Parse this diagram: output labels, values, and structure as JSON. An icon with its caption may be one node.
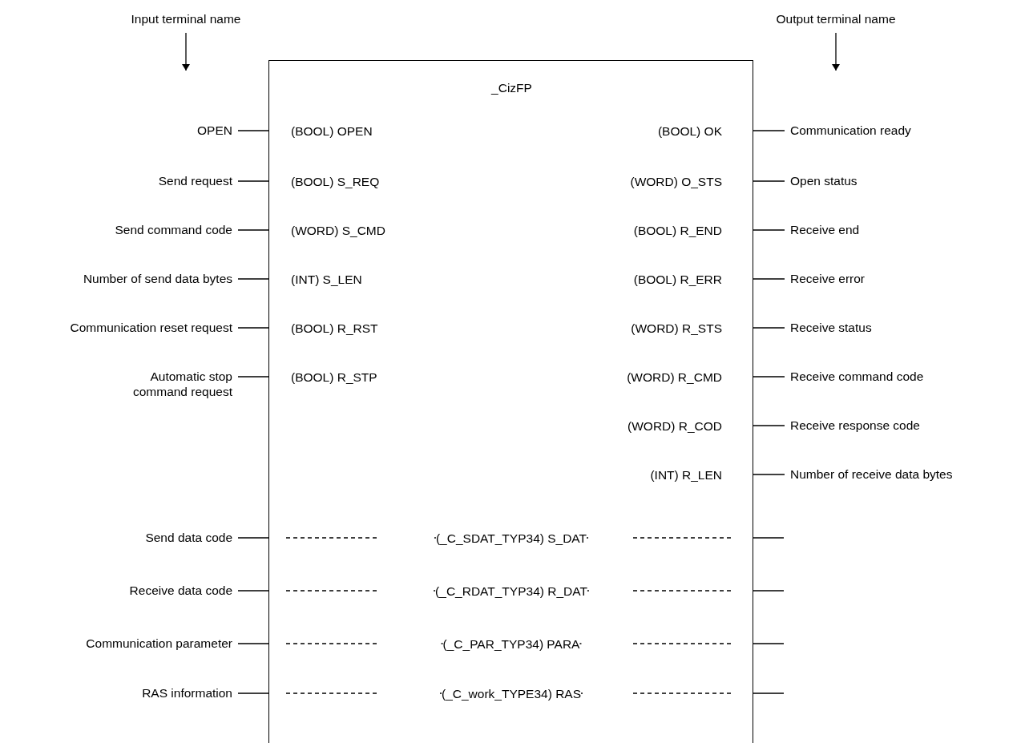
{
  "diagram": {
    "nodes": [
      {
        "text": [
          "Input terminal name"
        ]
      },
      {
        "text": [
          "Output terminal name"
        ]
      },
      {
        "text": [
          "_CizFP"
        ]
      },
      {
        "text": [
          "OPEN"
        ]
      },
      {
        "text": [
          "(BOOL) OPEN"
        ],
        "in": 2
      },
      {
        "text": [
          "(BOOL) OK"
        ],
        "in": 2
      },
      {
        "text": [
          "Communication ready"
        ]
      },
      {
        "text": [
          "Send request"
        ]
      },
      {
        "text": [
          "(BOOL) S_REQ"
        ],
        "in": 2
      },
      {
        "text": [
          "(WORD) O_STS"
        ],
        "in": 2
      },
      {
        "text": [
          "Open status"
        ]
      },
      {
        "text": [
          "Send command code"
        ]
      },
      {
        "text": [
          "(WORD) S_CMD"
        ],
        "in": 2
      },
      {
        "text": [
          "(BOOL) R_END"
        ],
        "in": 2
      },
      {
        "text": [
          "Receive end"
        ]
      },
      {
        "text": [
          "Number of send data bytes"
        ]
      },
      {
        "text": [
          "(INT) S_LEN"
        ],
        "in": 2
      },
      {
        "text": [
          "(BOOL) R_ERR"
        ],
        "in": 2
      },
      {
        "text": [
          "Receive error"
        ]
      },
      {
        "text": [
          "Communication reset request"
        ]
      },
      {
        "text": [
          "(BOOL) R_RST"
        ],
        "in": 2
      },
      {
        "text": [
          "(WORD) R_STS"
        ],
        "in": 2
      },
      {
        "text": [
          "Receive status"
        ]
      },
      {
        "text": [
          "Automatic stop command request"
        ]
      },
      {
        "text": [
          "(BOOL) R_STP"
        ],
        "in": 2
      },
      {
        "text": [
          "(WORD) R_CMD"
        ],
        "in": 2
      },
      {
        "text": [
          "Receive command code"
        ]
      },
      {
        "text": [
          "(WORD) R_COD"
        ],
        "in": 2
      },
      {
        "text": [
          "Receive response code"
        ]
      },
      {
        "text": [
          "(INT) R_LEN"
        ],
        "in": 2
      },
      {
        "text": [
          "Number of receive data bytes"
        ]
      },
      {
        "text": [
          "Send data code"
        ]
      },
      {
        "text": [
          "(_C_SDAT_TYP34) S_DAT"
        ],
        "in": 2
      },
      {
        "text": [
          "Receive data code"
        ]
      },
      {
        "text": [
          "(_C_RDAT_TYP34) R_DAT"
        ],
        "in": 2
      },
      {
        "text": [
          "Communication parameter"
        ]
      },
      {
        "text": [
          "(_C_PAR_TYP34) PARA"
        ],
        "in": 2
      },
      {
        "text": [
          "RAS information"
        ]
      },
      {
        "text": [
          "(_C_work_TYPE34) RAS"
        ],
        "in": 2
      }
    ],
    "edges": [
      {
        "from": 0,
        "to": null,
        "arrow": "to"
      },
      {
        "from": 1,
        "to": null,
        "arrow": "to"
      },
      {
        "from": 3,
        "to": 4,
        "arrow": "none"
      },
      {
        "from": 5,
        "to": 6,
        "arrow": "none"
      },
      {
        "from": 7,
        "to": 8,
        "arrow": "none"
      },
      {
        "from": 9,
        "to": 10,
        "arrow": "none"
      },
      {
        "from": 11,
        "to": 12,
        "arrow": "none"
      },
      {
        "from": 13,
        "to": 14,
        "arrow": "none"
      },
      {
        "from": 15,
        "to": 16,
        "arrow": "none"
      },
      {
        "from": 17,
        "to": 18,
        "arrow": "none"
      },
      {
        "from": 19,
        "to": 20,
        "arrow": "none"
      },
      {
        "from": 21,
        "to": 22,
        "arrow": "none"
      },
      {
        "from": 23,
        "to": 24,
        "arrow": "none"
      },
      {
        "from": 25,
        "to": 26,
        "arrow": "none"
      },
      {
        "from": 27,
        "to": 28,
        "arrow": "none"
      },
      {
        "from": 29,
        "to": 30,
        "arrow": "none"
      },
      {
        "from": 31,
        "to": 32,
        "arrow": "none",
        "style": "dashed"
      },
      {
        "from": 32,
        "to": null,
        "arrow": "none",
        "style": "dashed"
      },
      {
        "from": 33,
        "to": 34,
        "arrow": "none",
        "style": "dashed"
      },
      {
        "from": 34,
        "to": null,
        "arrow": "none",
        "style": "dashed"
      },
      {
        "from": 35,
        "to": 36,
        "arrow": "none",
        "style": "dashed"
      },
      {
        "from": 36,
        "to": null,
        "arrow": "none",
        "style": "dashed"
      },
      {
        "from": 37,
        "to": 38,
        "arrow": "none",
        "style": "dashed"
      },
      {
        "from": 38,
        "to": null,
        "arrow": "none",
        "style": "dashed"
      }
    ]
  }
}
